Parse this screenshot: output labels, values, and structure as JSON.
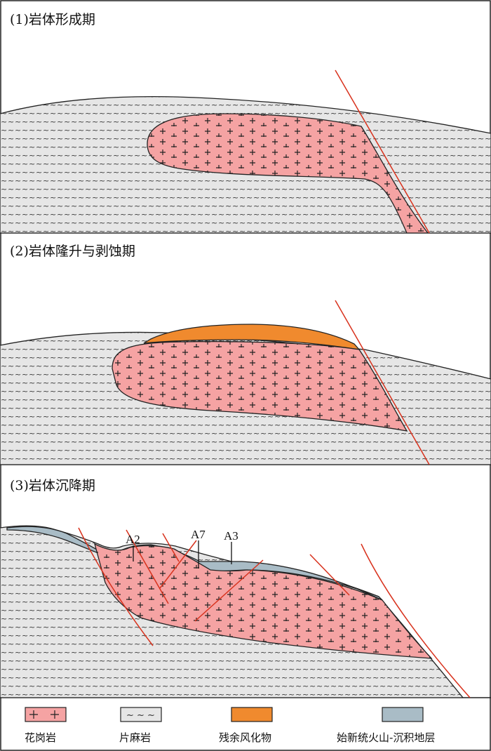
{
  "panels": [
    {
      "title": "(1)岩体形成期"
    },
    {
      "title": "(2)岩体隆升与剥蚀期"
    },
    {
      "title": "(3)岩体沉降期"
    }
  ],
  "sample_labels": [
    "A2",
    "A7",
    "A3"
  ],
  "legend": [
    {
      "label": "花岗岩",
      "swatch": "granite"
    },
    {
      "label": "片麻岩",
      "swatch": "gneiss"
    },
    {
      "label": "残余风化物",
      "swatch": "weathered"
    },
    {
      "label": "始新统火山-沉积地层",
      "swatch": "volcanic"
    }
  ],
  "colors": {
    "gneiss": "#e6e6e6",
    "granite": "#f5a3a3",
    "weathered": "#f08a2e",
    "volcanic": "#a9bcc6",
    "fault": "#d8311c",
    "outline": "#222222"
  }
}
